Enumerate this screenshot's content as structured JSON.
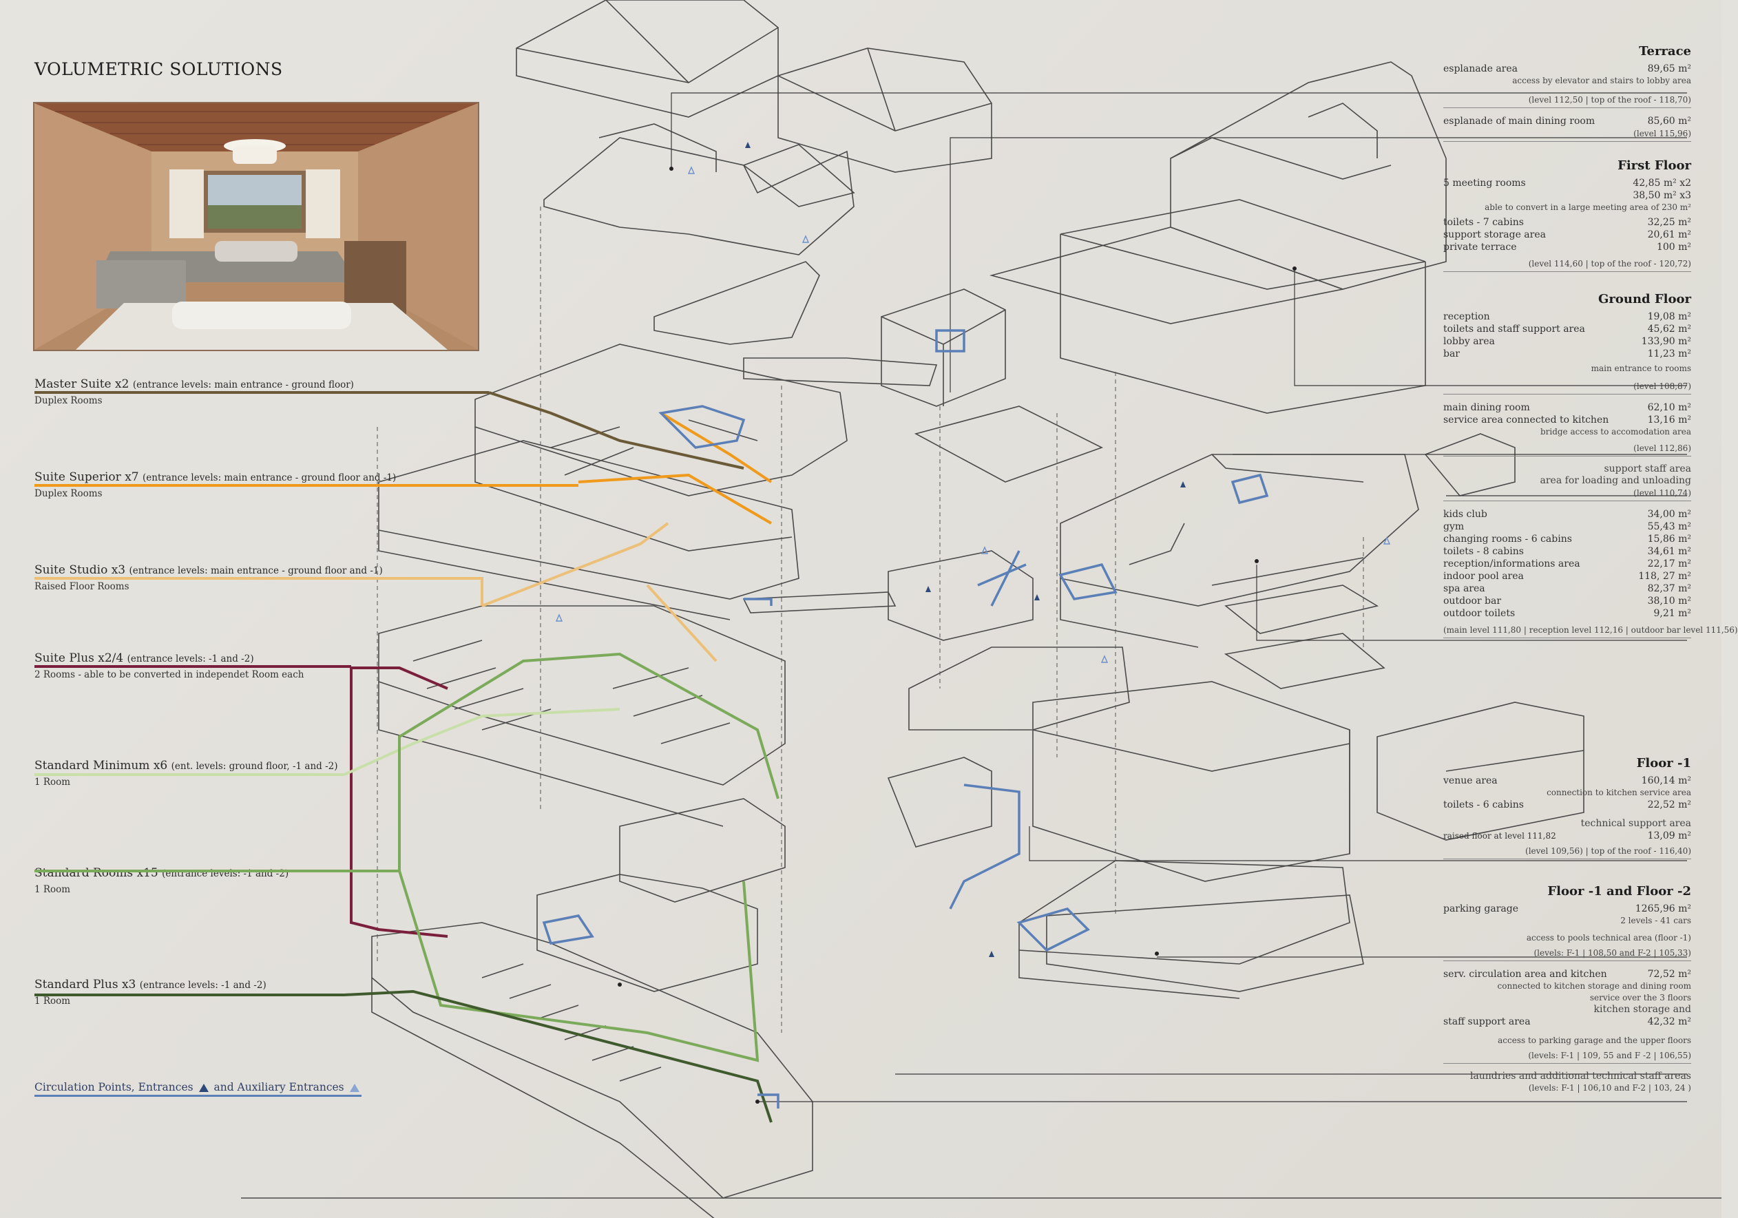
{
  "title": "VOLUMETRIC SOLUTIONS",
  "colors": {
    "master": "#6b5a38",
    "superior": "#ef9a1a",
    "studio": "#edc07a",
    "plus24": "#7a1f3c",
    "minimum": "#c9dfa9",
    "standard": "#7bab5a",
    "plus3": "#3f5a2c",
    "circulation": "#5b7fb7"
  },
  "legend": [
    {
      "name": "Master Suite x2",
      "entrance": "(entrance levels: main entrance - ground floor)",
      "sub": "Duplex Rooms"
    },
    {
      "name": "Suite Superior x7",
      "entrance": "(entrance levels: main entrance - ground floor and -1)",
      "sub": "Duplex Rooms"
    },
    {
      "name": "Suite Studio x3",
      "entrance": "(entrance levels: main entrance - ground floor and -1)",
      "sub": "Raised Floor Rooms"
    },
    {
      "name": "Suite Plus x2/4",
      "entrance": "(entrance levels: -1 and -2)",
      "sub": "2 Rooms - able to be converted in independet Room each"
    },
    {
      "name": "Standard Minimum x6",
      "entrance": "(ent. levels: ground floor, -1 and -2)",
      "sub": "1 Room"
    },
    {
      "name": "Standard Rooms x15",
      "entrance": "(entrance levels: -1 and -2)",
      "sub": "1 Room"
    },
    {
      "name": "Standard Plus x3",
      "entrance": "(entrance levels: -1 and -2)",
      "sub": "1 Room"
    }
  ],
  "circulation": {
    "prefix": "Circulation Points, Entrances",
    "mid": "and Auxiliary Entrances"
  },
  "terrace": {
    "head": "Terrace",
    "r1k": "esplanade area",
    "r1v": "89,65 m²",
    "n1": "access by elevator and stairs to lobby area",
    "l1": "(level 112,50   |   top of the roof - 118,70)",
    "r2k": "esplanade of main dining room",
    "r2v": "85,60 m²",
    "l2": "(level 115,96)"
  },
  "first": {
    "head": "First Floor",
    "r1k": "5 meeting rooms",
    "r1v": "42,85 m² x2",
    "r1v2": "38,50 m² x3",
    "n1": "able to convert in a large meeting area of  230 m²",
    "r2k": "toilets - 7 cabins",
    "r2v": "32,25 m²",
    "r3k": "support storage area",
    "r3v": "20,61 m²",
    "r4k": "private terrace",
    "r4v": "100 m²",
    "l1": "(level 114,60   |   top of the roof - 120,72)"
  },
  "ground": {
    "head": "Ground Floor",
    "r1k": "reception",
    "r1v": "19,08 m²",
    "r2k": "toilets and staff support area",
    "r2v": "45,62 m²",
    "r3k": "lobby area",
    "r3v": "133,90 m²",
    "r4k": "bar",
    "r4v": "11,23 m²",
    "n1": "main entrance to rooms",
    "l1": "(level 108,87)",
    "r5k": "main dining room",
    "r5v": "62,10 m²",
    "r6k": "service area connected to kitchen",
    "r6v": "13,16 m²",
    "n2": "bridge access to accomodation area",
    "l2": "(level 112,86)",
    "n3": "support staff area",
    "n4": "area for loading and unloading",
    "l3": "(level 110,74)",
    "r7k": "kids club",
    "r7v": "34,00 m²",
    "r8k": "gym",
    "r8v": "55,43 m²",
    "r9k": "changing rooms - 6 cabins",
    "r9v": "15,86 m²",
    "r10k": "toilets - 8 cabins",
    "r10v": "34,61 m²",
    "r11k": "reception/informations area",
    "r11v": "22,17 m²",
    "r12k": "indoor pool area",
    "r12v": "118, 27 m²",
    "r13k": "spa area",
    "r13v": "82,37 m²",
    "r14k": "outdoor bar",
    "r14v": "38,10 m²",
    "r15k": "outdoor toilets",
    "r15v": "9,21 m²",
    "l4": "(main level 111,80   |   reception level 112,16   |   outdoor bar level 111,56)"
  },
  "minus1": {
    "head": "Floor -1",
    "r1k": "venue area",
    "r1v": "160,14 m²",
    "n1": "connection to kitchen service area",
    "r2k": "toilets - 6 cabins",
    "r2v": "22,52 m²",
    "n2": "technical support area",
    "r3k": "raised floor at level 111,82",
    "r3v": "13,09 m²",
    "l1": "(level 109,56)   |   top of the roof - 116,40)"
  },
  "minus12": {
    "head": "Floor -1 and Floor -2",
    "r1k": "parking garage",
    "r1v": "1265,96 m²",
    "n1": "2 levels - 41 cars",
    "n2": "access to pools technical area (floor -1)",
    "l1": "(levels: F-1  |  108,50  and  F-2  |  105,33)",
    "r2k": "serv. circulation area and kitchen",
    "r2v": "72,52 m²",
    "n3": "connected to kitchen storage and dining room",
    "n4": "service over the 3 floors",
    "n5": "kitchen storage and",
    "r3k": "staff support area",
    "r3v": "42,32 m²",
    "n6": "access to parking garage and the upper floors",
    "l2": "(levels: F-1  |  109, 55 and  F -2  |  106,55)",
    "r4k": "laundries and additional technical staff areas",
    "l3": "(levels: F-1  |  106,10 and  F-2  |  103, 24 )"
  }
}
